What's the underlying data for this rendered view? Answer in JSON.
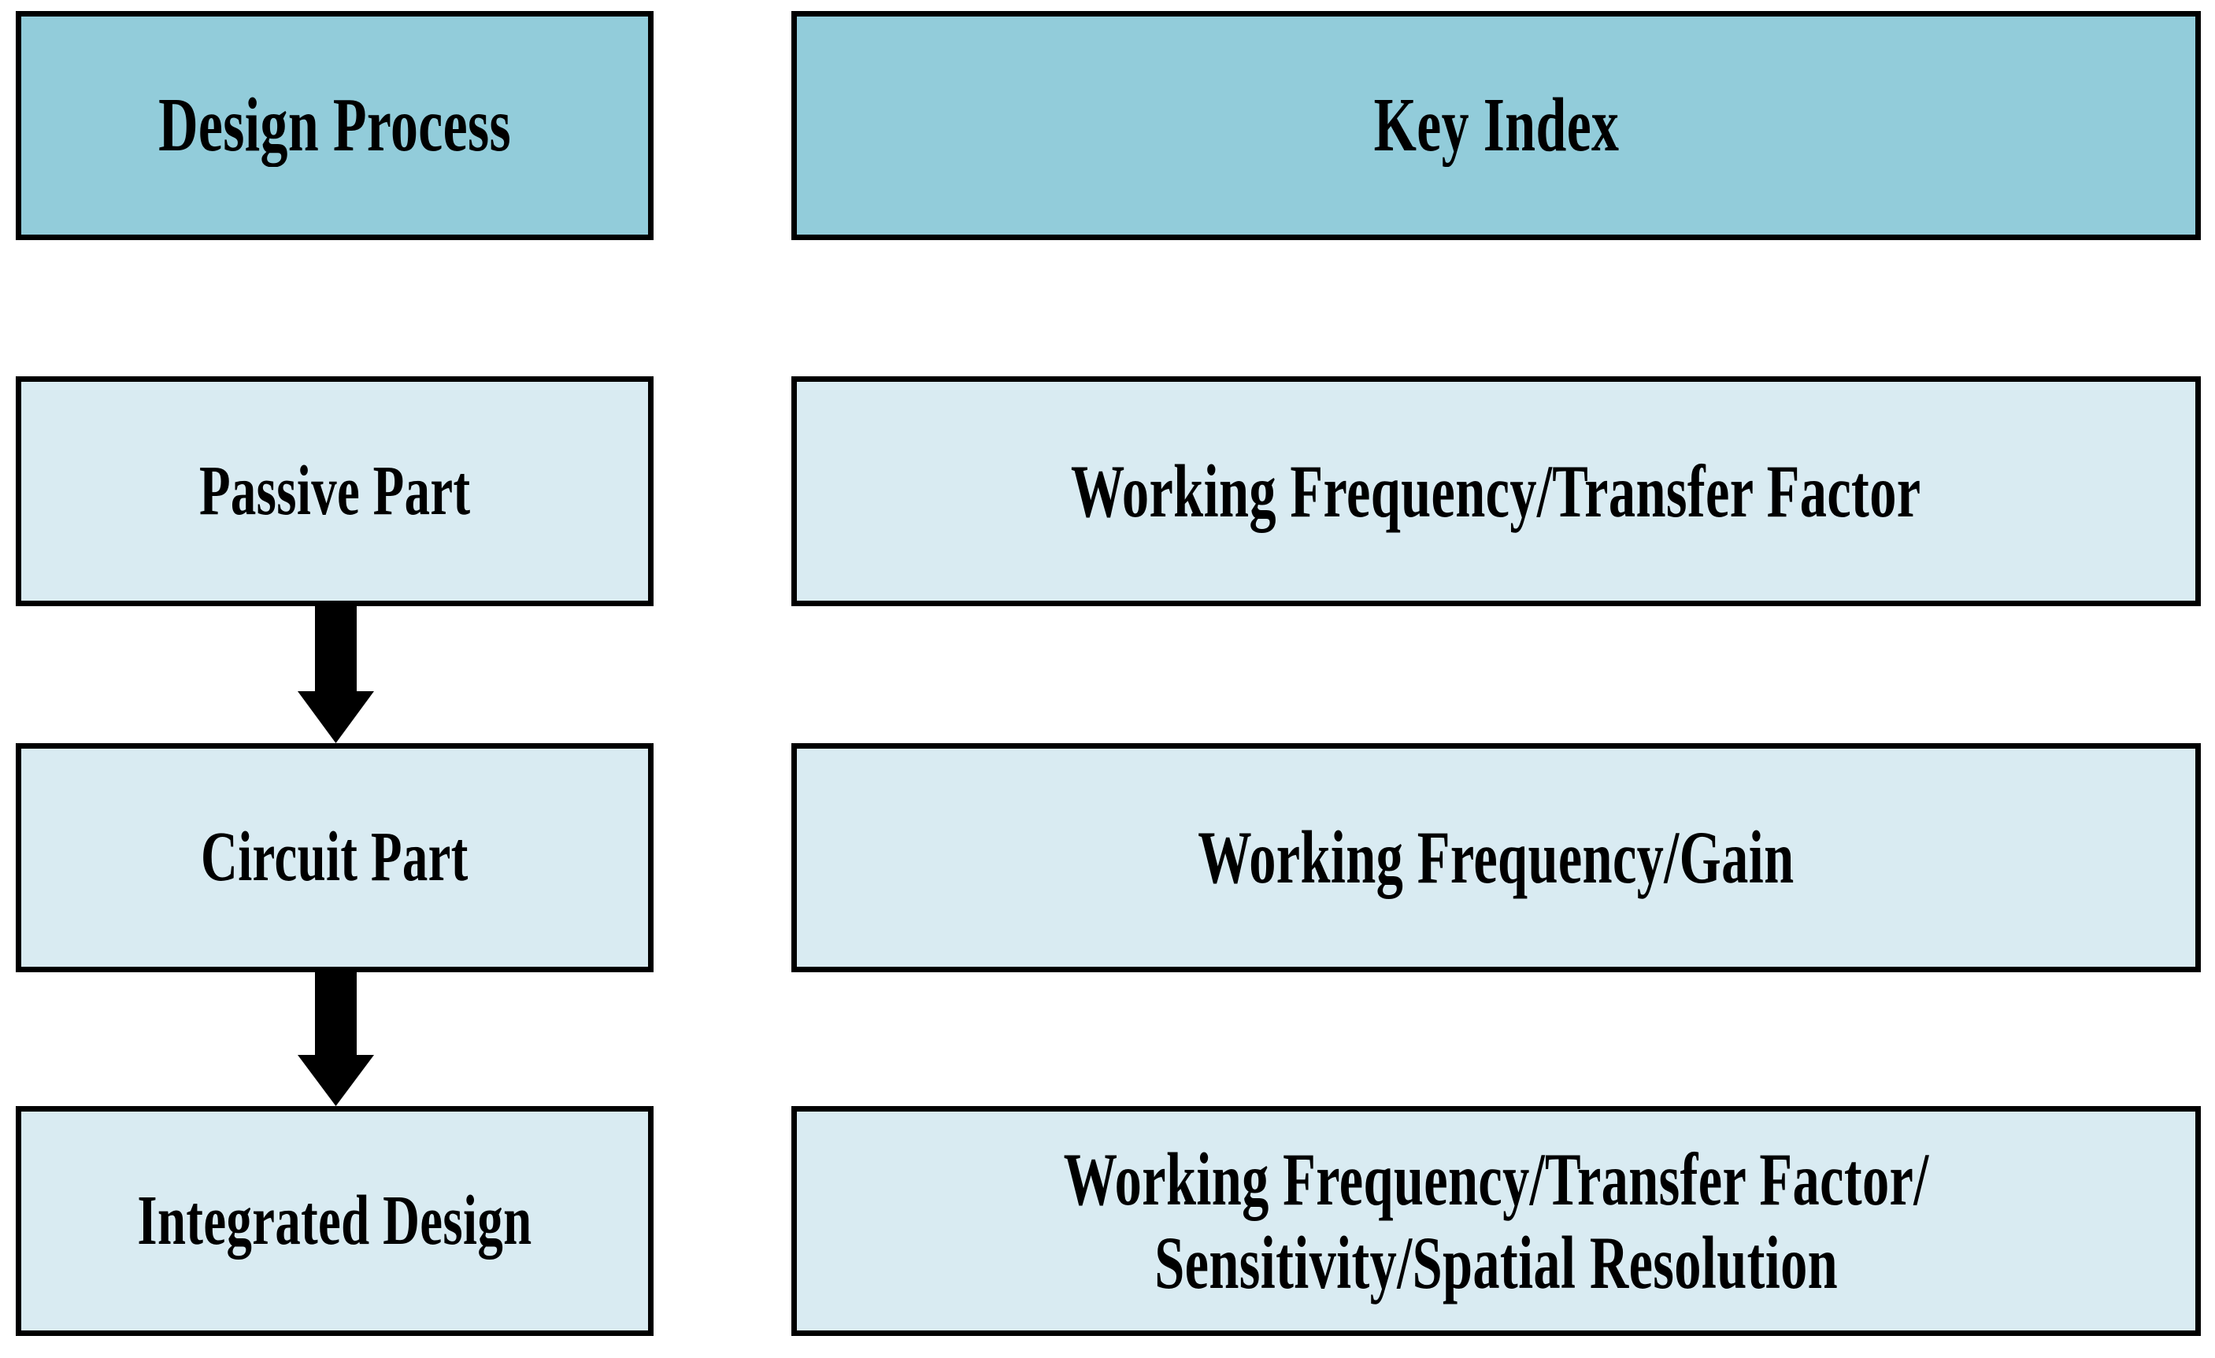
{
  "diagram": {
    "type": "flowchart-table",
    "title": "Design Process / Key Index mapping",
    "colors": {
      "header_fill": "#92ccda",
      "body_fill": "#d9ebf2",
      "border": "#000000",
      "arrow": "#000000",
      "background": "#ffffff",
      "text": "#000000"
    },
    "columns": [
      {
        "id": "design-process",
        "header": "Design Process"
      },
      {
        "id": "key-index",
        "header": "Key Index"
      }
    ],
    "rows": [
      {
        "id": "passive",
        "stage": "Passive Part",
        "key_index": "Working Frequency/Transfer Factor"
      },
      {
        "id": "circuit",
        "stage": "Circuit Part",
        "key_index": "Working Frequency/Gain"
      },
      {
        "id": "integrated",
        "stage": "Integrated Design",
        "key_index": "Working Frequency/Transfer Factor/\nSensitivity/Spatial Resolution"
      }
    ],
    "arrows": [
      {
        "id": "arrow-passive-to-circuit",
        "from": "passive",
        "to": "circuit",
        "direction": "down"
      },
      {
        "id": "arrow-circuit-to-integrated",
        "from": "circuit",
        "to": "integrated",
        "direction": "down"
      }
    ]
  }
}
